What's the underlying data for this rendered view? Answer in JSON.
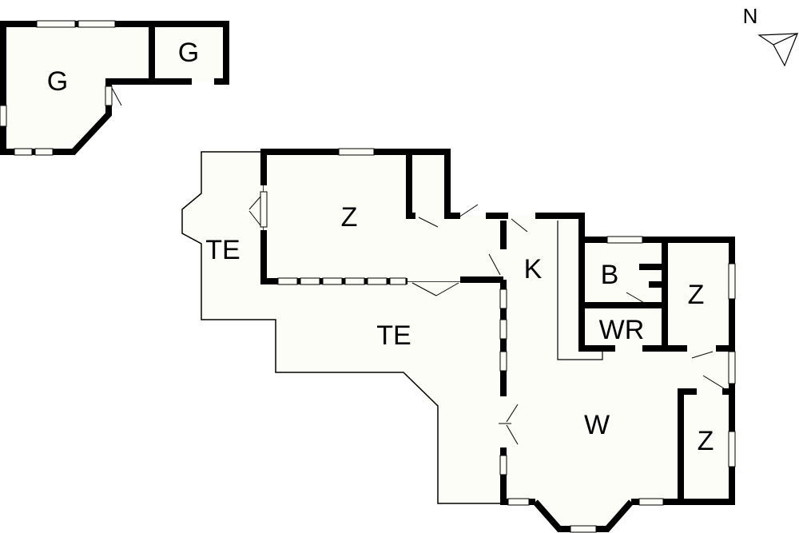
{
  "plan": {
    "north": "N",
    "garage": {
      "main": "G",
      "small": "G"
    },
    "rooms": {
      "terrace_west": "TE",
      "terrace_south": "TE",
      "bedroom_top": "Z",
      "kitchen": "K",
      "bathroom": "B",
      "toilet": "WR",
      "bedroom_right": "Z",
      "living": "W",
      "bedroom_bottom": "Z"
    }
  }
}
